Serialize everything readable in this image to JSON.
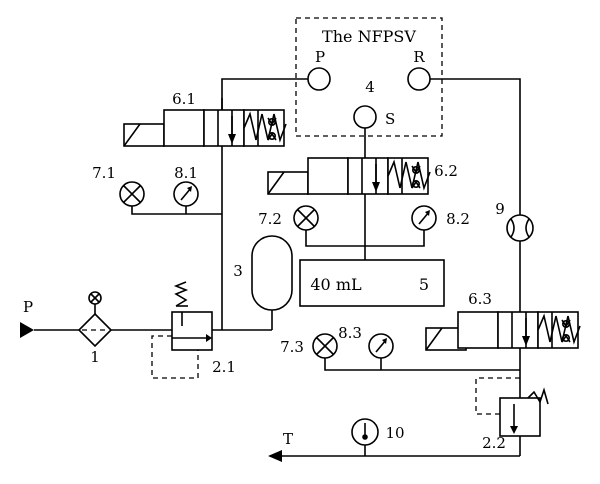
{
  "nfpsv": {
    "title": "The NFPSV",
    "port_p": "P",
    "port_r": "R",
    "port_s": "S",
    "number": "4"
  },
  "labels": {
    "supply": "P",
    "tank": "T",
    "filter": "1",
    "relief_valve_1": "2.1",
    "relief_valve_2": "2.2",
    "accumulator": "3",
    "chamber": "5",
    "chamber_volume": "40 mL",
    "valve_61": "6.1",
    "valve_62": "6.2",
    "valve_63": "6.3",
    "gauge_71": "7.1",
    "gauge_72": "7.2",
    "gauge_73": "7.3",
    "gauge_81": "8.1",
    "gauge_82": "8.2",
    "gauge_83": "8.3",
    "flowmeter": "9",
    "thermometer": "10"
  }
}
